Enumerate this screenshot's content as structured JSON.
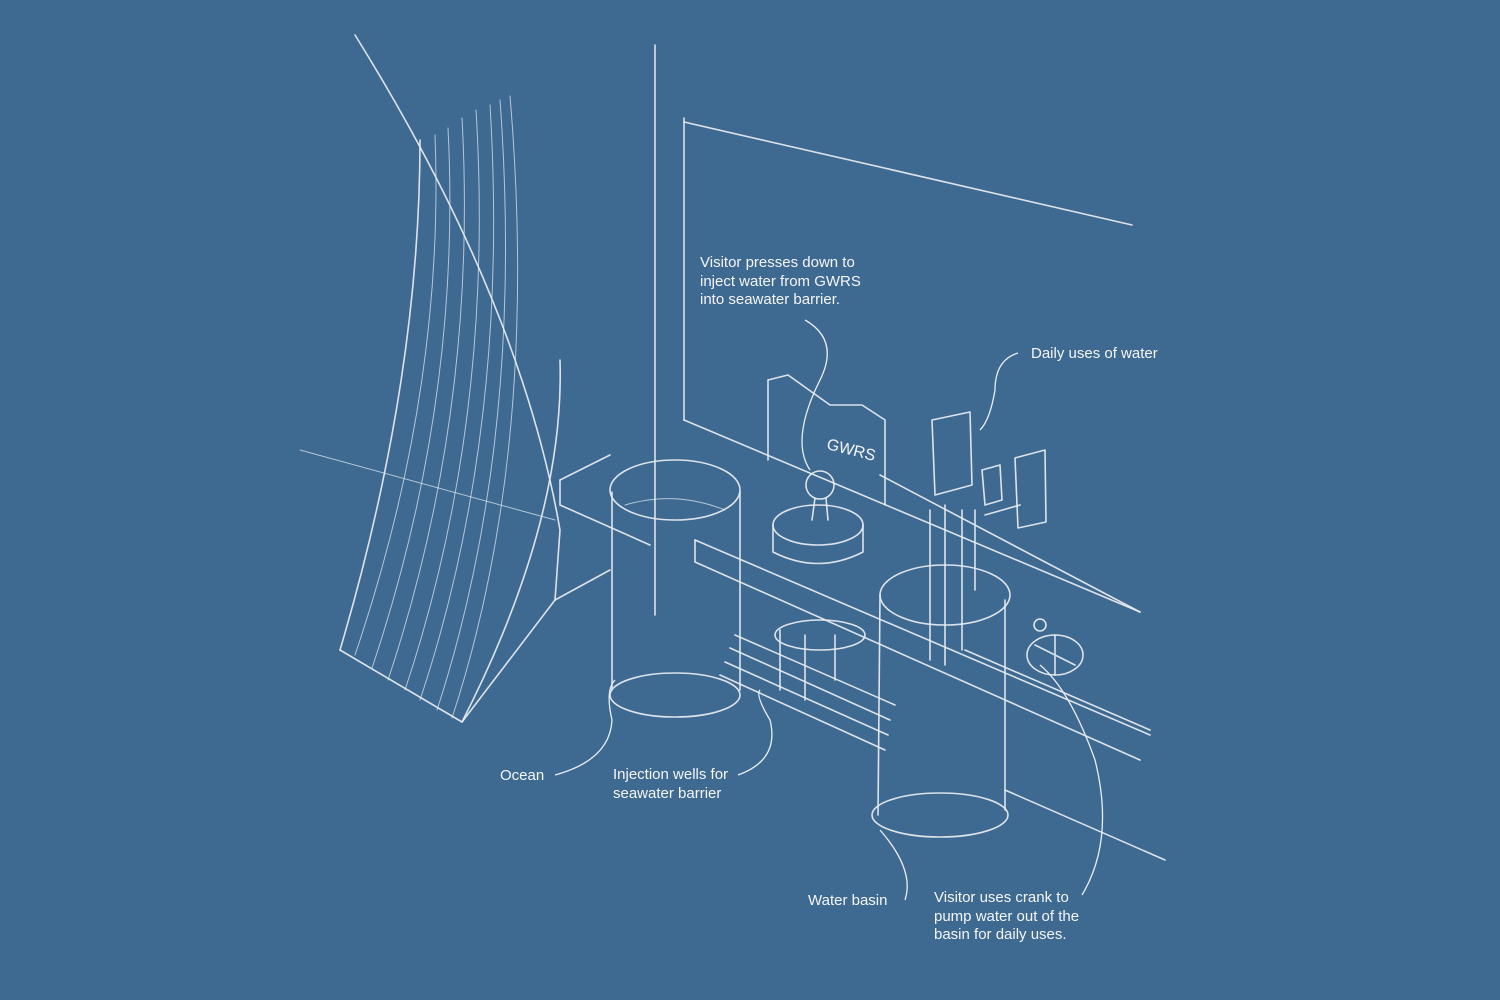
{
  "labels": {
    "visitor_presses": "Visitor presses down to\ninject water from GWRS\ninto seawater barrier.",
    "daily_uses": "Daily uses of water",
    "ocean": "Ocean",
    "injection_wells": "Injection wells for\nseawater barrier",
    "water_basin": "Water basin",
    "visitor_crank": "Visitor uses crank to\npump water out of the\nbasin for daily uses.",
    "gwrs_sign": "GWRS"
  },
  "colors": {
    "background": "#3e6990",
    "sketch": "#e9eef3"
  }
}
